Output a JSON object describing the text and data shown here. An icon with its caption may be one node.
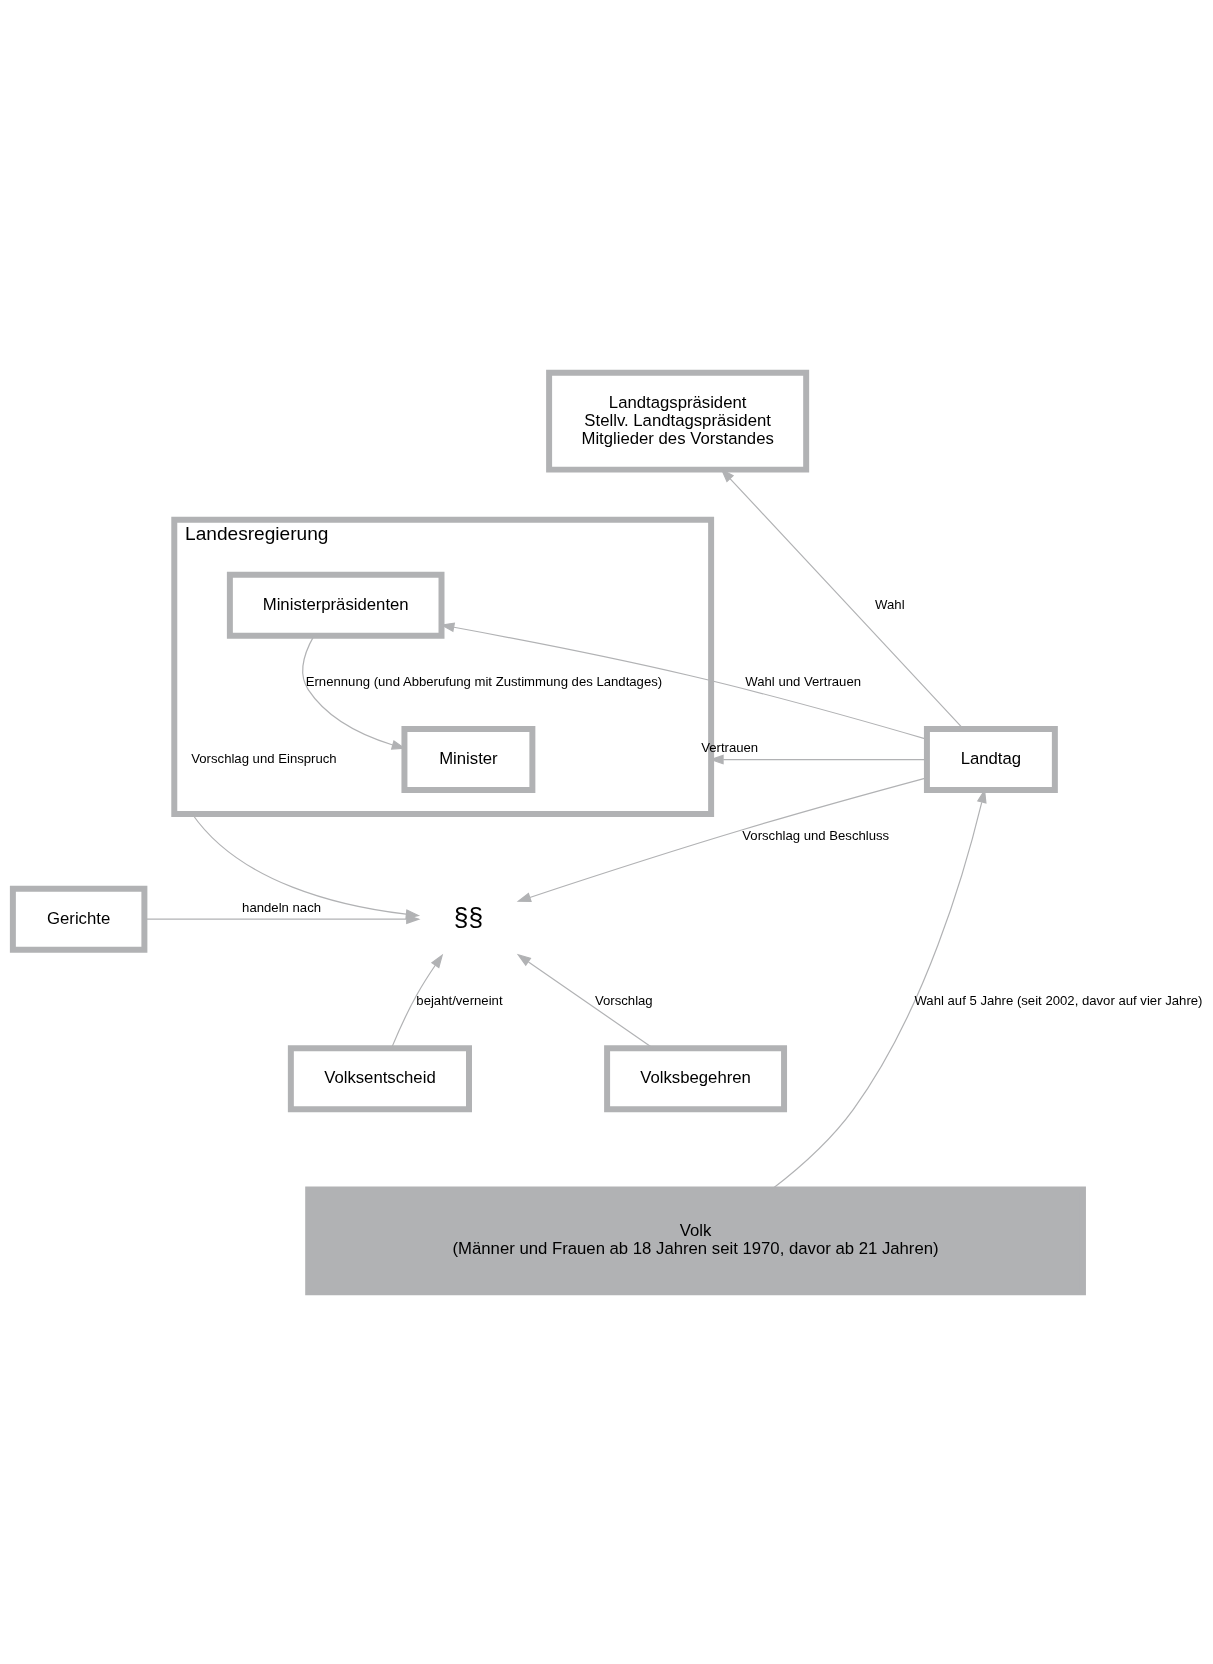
{
  "diagram": {
    "nodes": [
      {
        "text": [
          "Landtagspräsident",
          "Stellv. Landtagspräsident",
          "Mitglieder des Vorstandes"
        ]
      },
      {
        "text": [
          "Landtag"
        ]
      },
      {
        "text": [
          "Landesregierung"
        ]
      },
      {
        "text": [
          "Ministerpräsidenten"
        ],
        "in": 2
      },
      {
        "text": [
          "Minister"
        ],
        "in": 2
      },
      {
        "text": [
          "§§"
        ]
      },
      {
        "text": [
          "Gerichte"
        ]
      },
      {
        "text": [
          "Volksbegehren"
        ]
      },
      {
        "text": [
          "Volksentscheid"
        ]
      },
      {
        "text": [
          "Volk",
          "(Männer und Frauen ab 18 Jahren seit 1970, davor ab 21 Jahren)"
        ]
      }
    ],
    "edges": [
      {
        "from": 1,
        "to": 0,
        "arrow": "to",
        "label": "Wahl"
      },
      {
        "from": 1,
        "to": 2,
        "arrow": "to",
        "label": "Vertrauen"
      },
      {
        "from": 1,
        "to": 3,
        "arrow": "to",
        "label": "Wahl und Vertrauen"
      },
      {
        "from": 3,
        "to": 4,
        "arrow": "to",
        "label": "Ernennung (und Abberufung mit Zustimmung des Landtages)"
      },
      {
        "from": 1,
        "to": 5,
        "arrow": "to",
        "label": "Vorschlag und Beschluss"
      },
      {
        "from": 2,
        "to": 5,
        "arrow": "to",
        "label": "Vorschlag und Einspruch"
      },
      {
        "from": 6,
        "to": 5,
        "arrow": "to",
        "label": "handeln nach"
      },
      {
        "from": 7,
        "to": 5,
        "arrow": "to",
        "label": "Vorschlag"
      },
      {
        "from": 8,
        "to": 5,
        "arrow": "to",
        "label": "bejaht/verneint"
      },
      {
        "from": 9,
        "to": 1,
        "arrow": "to",
        "label": "Wahl auf 5 Jahre (seit 2002, davor auf vier Jahre)"
      }
    ]
  }
}
